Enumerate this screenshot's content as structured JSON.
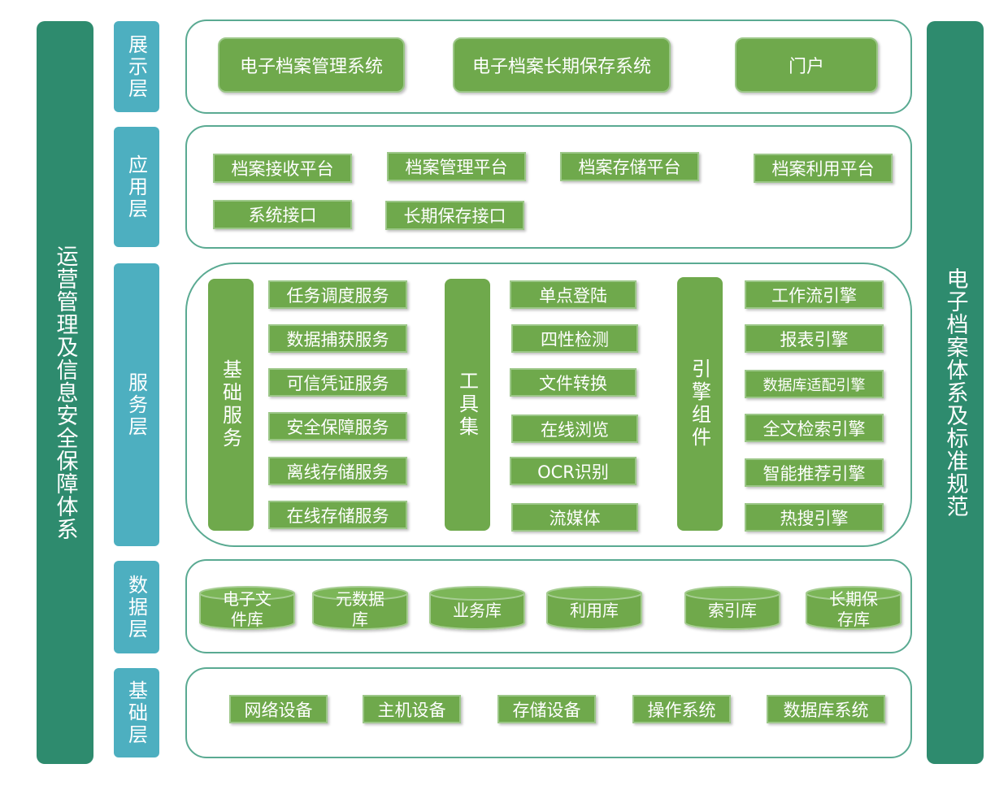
{
  "left_sidebar": "运营管理及信息安全保障体系",
  "right_sidebar": "电子档案体系及标准规范",
  "layers": {
    "presentation": {
      "label": "展示层",
      "items": [
        "电子档案管理系统",
        "电子档案长期保存系统",
        "门户"
      ]
    },
    "application": {
      "label": "应用层",
      "items": [
        "档案接收平台",
        "档案管理平台",
        "档案存储平台",
        "档案利用平台",
        "系统接口",
        "长期保存接口"
      ]
    },
    "service": {
      "label": "服务层",
      "groups": [
        {
          "label": "基础服务",
          "items": [
            "任务调度服务",
            "数据捕获服务",
            "可信凭证服务",
            "安全保障服务",
            "离线存储服务",
            "在线存储服务"
          ]
        },
        {
          "label": "工具集",
          "items": [
            "单点登陆",
            "四性检测",
            "文件转换",
            "在线浏览",
            "OCR识别",
            "流媒体"
          ]
        },
        {
          "label": "引擎组件",
          "items": [
            "工作流引擎",
            "报表引擎",
            "数据库适配引擎",
            "全文检索引擎",
            "智能推荐引擎",
            "热搜引擎"
          ]
        }
      ]
    },
    "data": {
      "label": "数据层",
      "items": [
        {
          "line1": "电子文",
          "line2": "件库"
        },
        {
          "line1": "元数据",
          "line2": "库"
        },
        {
          "line1": "业务库",
          "line2": ""
        },
        {
          "line1": "利用库",
          "line2": ""
        },
        {
          "line1": "索引库",
          "line2": ""
        },
        {
          "line1": "长期保",
          "line2": "存库"
        }
      ]
    },
    "infrastructure": {
      "label": "基础层",
      "items": [
        "网络设备",
        "主机设备",
        "存储设备",
        "操作系统",
        "数据库系统"
      ]
    }
  },
  "colors": {
    "sidebar": "#2e8b6e",
    "layer_label": "#4dafc0",
    "green_box": "#6fa94c",
    "layer_border": "#5aaa92"
  }
}
